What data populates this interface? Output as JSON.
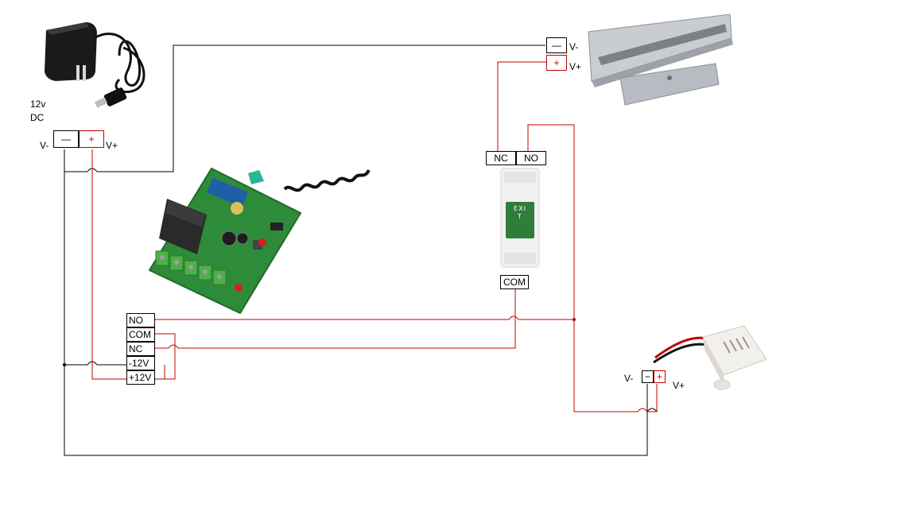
{
  "power_supply": {
    "voltage_label": "12v",
    "type_label": "DC",
    "neg_symbol": "—",
    "pos_symbol": "+",
    "neg_label": "V-",
    "pos_label": "V+"
  },
  "maglock": {
    "neg_symbol": "—",
    "pos_symbol": "+",
    "neg_label": "V-",
    "pos_label": "V+"
  },
  "exit_button": {
    "nc_label": "NC",
    "no_label": "NO",
    "com_label": "COM",
    "face_text": "EXIT"
  },
  "relay_terminals": [
    "NO",
    "COM",
    "NC",
    "-12V",
    "+12V"
  ],
  "buzzer": {
    "neg_symbol": "−",
    "pos_symbol": "+",
    "neg_label": "V-",
    "pos_label": "V+"
  },
  "colors": {
    "positive_wire": "#c00000",
    "negative_wire": "#000000"
  }
}
